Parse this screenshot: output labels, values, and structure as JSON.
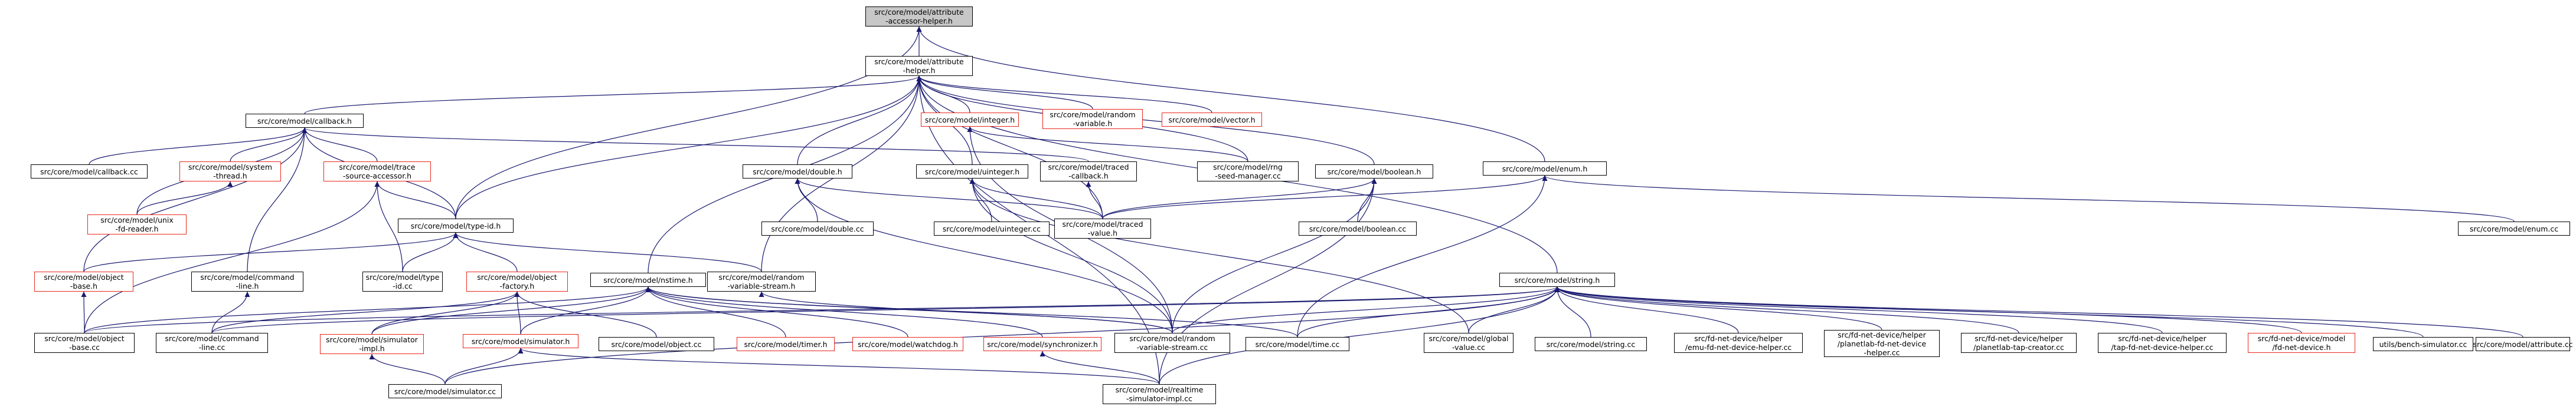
{
  "colors": {
    "edge": "#191970",
    "border": "#000000",
    "red_border": "#e8281e",
    "root_fill": "#c7c7c7"
  },
  "nodes": [
    {
      "id": "root",
      "label": "src/core/model/attribute\n-accessor-helper.h",
      "style": "root"
    },
    {
      "id": "ah",
      "label": "src/core/model/attribute\n-helper.h",
      "style": "normal"
    },
    {
      "id": "enum_h",
      "label": "src/core/model/enum.h",
      "style": "normal"
    },
    {
      "id": "callback_h",
      "label": "src/core/model/callback.h",
      "style": "normal"
    },
    {
      "id": "integer_h",
      "label": "src/core/model/integer.h",
      "style": "red"
    },
    {
      "id": "random_var_h",
      "label": "src/core/model/random\n-variable.h",
      "style": "red"
    },
    {
      "id": "vector_h",
      "label": "src/core/model/vector.h",
      "style": "red"
    },
    {
      "id": "callback_cc",
      "label": "src/core/model/callback.cc",
      "style": "normal"
    },
    {
      "id": "system_thread_h",
      "label": "src/core/model/system\n-thread.h",
      "style": "red"
    },
    {
      "id": "trace_src_h",
      "label": "src/core/model/trace\n-source-accessor.h",
      "style": "red"
    },
    {
      "id": "unix_fd_h",
      "label": "src/core/model/unix\n-fd-reader.h",
      "style": "red"
    },
    {
      "id": "double_h",
      "label": "src/core/model/double.h",
      "style": "normal"
    },
    {
      "id": "uinteger_h",
      "label": "src/core/model/uinteger.h",
      "style": "normal"
    },
    {
      "id": "traced_cb_h",
      "label": "src/core/model/traced\n-callback.h",
      "style": "normal"
    },
    {
      "id": "rng_seed_cc",
      "label": "src/core/model/rng\n-seed-manager.cc",
      "style": "normal"
    },
    {
      "id": "boolean_h",
      "label": "src/core/model/boolean.h",
      "style": "normal"
    },
    {
      "id": "enum_cc",
      "label": "src/core/model/enum.cc",
      "style": "normal"
    },
    {
      "id": "type_id_h",
      "label": "src/core/model/type-id.h",
      "style": "normal"
    },
    {
      "id": "double_cc",
      "label": "src/core/model/double.cc",
      "style": "normal"
    },
    {
      "id": "uinteger_cc",
      "label": "src/core/model/uinteger.cc",
      "style": "normal"
    },
    {
      "id": "traced_value_h",
      "label": "src/core/model/traced\n-value.h",
      "style": "normal"
    },
    {
      "id": "boolean_cc",
      "label": "src/core/model/boolean.cc",
      "style": "normal"
    },
    {
      "id": "object_base_h",
      "label": "src/core/model/object\n-base.h",
      "style": "red"
    },
    {
      "id": "command_line_h",
      "label": "src/core/model/command\n-line.h",
      "style": "normal"
    },
    {
      "id": "type_id_cc",
      "label": "src/core/model/type\n-id.cc",
      "style": "normal"
    },
    {
      "id": "object_factory_h",
      "label": "src/core/model/object\n-factory.h",
      "style": "red"
    },
    {
      "id": "nstime_h",
      "label": "src/core/model/nstime.h",
      "style": "normal"
    },
    {
      "id": "rv_stream_h",
      "label": "src/core/model/random\n-variable-stream.h",
      "style": "normal"
    },
    {
      "id": "string_h",
      "label": "src/core/model/string.h",
      "style": "normal"
    },
    {
      "id": "object_base_cc",
      "label": "src/core/model/object\n-base.cc",
      "style": "normal"
    },
    {
      "id": "command_line_cc",
      "label": "src/core/model/command\n-line.cc",
      "style": "normal"
    },
    {
      "id": "sim_impl_h",
      "label": "src/core/model/simulator\n-impl.h",
      "style": "red"
    },
    {
      "id": "simulator_h",
      "label": "src/core/model/simulator.h",
      "style": "red"
    },
    {
      "id": "object_cc",
      "label": "src/core/model/object.cc",
      "style": "normal"
    },
    {
      "id": "timer_h",
      "label": "src/core/model/timer.h",
      "style": "red"
    },
    {
      "id": "watchdog_h",
      "label": "src/core/model/watchdog.h",
      "style": "red"
    },
    {
      "id": "synchronizer_h",
      "label": "src/core/model/synchronizer.h",
      "style": "red"
    },
    {
      "id": "rv_stream_cc",
      "label": "src/core/model/random\n-variable-stream.cc",
      "style": "normal"
    },
    {
      "id": "time_cc",
      "label": "src/core/model/time.cc",
      "style": "normal"
    },
    {
      "id": "global_value_cc",
      "label": "src/core/model/global\n-value.cc",
      "style": "normal"
    },
    {
      "id": "string_cc",
      "label": "src/core/model/string.cc",
      "style": "normal"
    },
    {
      "id": "emu_fd_cc",
      "label": "src/fd-net-device/helper\n/emu-fd-net-device-helper.cc",
      "style": "normal"
    },
    {
      "id": "planetlab_fd_cc",
      "label": "src/fd-net-device/helper\n/planetlab-fd-net-device\n-helper.cc",
      "style": "normal"
    },
    {
      "id": "planetlab_tap_cc",
      "label": "src/fd-net-device/helper\n/planetlab-tap-creator.cc",
      "style": "normal"
    },
    {
      "id": "tap_fd_cc",
      "label": "src/fd-net-device/helper\n/tap-fd-net-device-helper.cc",
      "style": "normal"
    },
    {
      "id": "fd_net_device_h",
      "label": "src/fd-net-device/model\n/fd-net-device.h",
      "style": "red"
    },
    {
      "id": "bench_sim_cc",
      "label": "utils/bench-simulator.cc",
      "style": "normal"
    },
    {
      "id": "attribute_cc",
      "label": "src/core/model/attribute.cc",
      "style": "normal"
    },
    {
      "id": "simulator_cc",
      "label": "src/core/model/simulator.cc",
      "style": "normal"
    },
    {
      "id": "realtime_sim_cc",
      "label": "src/core/model/realtime\n-simulator-impl.cc",
      "style": "normal"
    }
  ],
  "edges": [
    [
      "ah",
      "root"
    ],
    [
      "type_id_h",
      "root"
    ],
    [
      "enum_h",
      "root"
    ],
    [
      "callback_h",
      "ah"
    ],
    [
      "integer_h",
      "ah"
    ],
    [
      "random_var_h",
      "ah"
    ],
    [
      "vector_h",
      "ah"
    ],
    [
      "double_h",
      "ah"
    ],
    [
      "uinteger_h",
      "ah"
    ],
    [
      "boolean_h",
      "ah"
    ],
    [
      "type_id_h",
      "ah"
    ],
    [
      "nstime_h",
      "ah"
    ],
    [
      "rv_stream_h",
      "ah"
    ],
    [
      "string_h",
      "ah"
    ],
    [
      "traced_value_h",
      "ah"
    ],
    [
      "rng_seed_cc",
      "ah"
    ],
    [
      "realtime_sim_cc",
      "ah"
    ],
    [
      "callback_cc",
      "callback_h"
    ],
    [
      "system_thread_h",
      "callback_h"
    ],
    [
      "trace_src_h",
      "callback_h"
    ],
    [
      "unix_fd_h",
      "callback_h"
    ],
    [
      "type_id_h",
      "callback_h"
    ],
    [
      "traced_cb_h",
      "callback_h"
    ],
    [
      "object_base_h",
      "callback_h"
    ],
    [
      "command_line_h",
      "callback_h"
    ],
    [
      "unix_fd_h",
      "system_thread_h"
    ],
    [
      "type_id_h",
      "trace_src_h"
    ],
    [
      "type_id_cc",
      "trace_src_h"
    ],
    [
      "object_base_cc",
      "trace_src_h"
    ],
    [
      "traced_value_h",
      "enum_h"
    ],
    [
      "time_cc",
      "enum_h"
    ],
    [
      "enum_cc",
      "enum_h"
    ],
    [
      "rng_seed_cc",
      "integer_h"
    ],
    [
      "rv_stream_cc",
      "integer_h"
    ],
    [
      "double_cc",
      "double_h"
    ],
    [
      "traced_value_h",
      "double_h"
    ],
    [
      "rv_stream_cc",
      "double_h"
    ],
    [
      "uinteger_cc",
      "uinteger_h"
    ],
    [
      "traced_value_h",
      "uinteger_h"
    ],
    [
      "rv_stream_cc",
      "uinteger_h"
    ],
    [
      "global_value_cc",
      "uinteger_h"
    ],
    [
      "traced_value_h",
      "traced_cb_h"
    ],
    [
      "traced_value_h",
      "boolean_h"
    ],
    [
      "boolean_cc",
      "boolean_h"
    ],
    [
      "rv_stream_cc",
      "boolean_h"
    ],
    [
      "realtime_sim_cc",
      "boolean_h"
    ],
    [
      "object_base_h",
      "type_id_h"
    ],
    [
      "type_id_cc",
      "type_id_h"
    ],
    [
      "object_factory_h",
      "type_id_h"
    ],
    [
      "rv_stream_h",
      "type_id_h"
    ],
    [
      "object_base_cc",
      "object_base_h"
    ],
    [
      "command_line_cc",
      "command_line_h"
    ],
    [
      "sim_impl_h",
      "object_factory_h"
    ],
    [
      "simulator_h",
      "object_factory_h"
    ],
    [
      "object_cc",
      "object_factory_h"
    ],
    [
      "command_line_cc",
      "object_factory_h"
    ],
    [
      "object_base_cc",
      "nstime_h"
    ],
    [
      "sim_impl_h",
      "nstime_h"
    ],
    [
      "simulator_h",
      "nstime_h"
    ],
    [
      "timer_h",
      "nstime_h"
    ],
    [
      "watchdog_h",
      "nstime_h"
    ],
    [
      "synchronizer_h",
      "nstime_h"
    ],
    [
      "rv_stream_cc",
      "nstime_h"
    ],
    [
      "time_cc",
      "nstime_h"
    ],
    [
      "rv_stream_cc",
      "rv_stream_h"
    ],
    [
      "command_line_cc",
      "string_h"
    ],
    [
      "object_base_cc",
      "string_h"
    ],
    [
      "rv_stream_cc",
      "string_h"
    ],
    [
      "time_cc",
      "string_h"
    ],
    [
      "global_value_cc",
      "string_h"
    ],
    [
      "string_cc",
      "string_h"
    ],
    [
      "emu_fd_cc",
      "string_h"
    ],
    [
      "planetlab_fd_cc",
      "string_h"
    ],
    [
      "planetlab_tap_cc",
      "string_h"
    ],
    [
      "tap_fd_cc",
      "string_h"
    ],
    [
      "fd_net_device_h",
      "string_h"
    ],
    [
      "bench_sim_cc",
      "string_h"
    ],
    [
      "attribute_cc",
      "string_h"
    ],
    [
      "simulator_cc",
      "string_h"
    ],
    [
      "realtime_sim_cc",
      "string_h"
    ],
    [
      "simulator_cc",
      "sim_impl_h"
    ],
    [
      "simulator_cc",
      "simulator_h"
    ],
    [
      "realtime_sim_cc",
      "simulator_h"
    ],
    [
      "realtime_sim_cc",
      "synchronizer_h"
    ]
  ]
}
